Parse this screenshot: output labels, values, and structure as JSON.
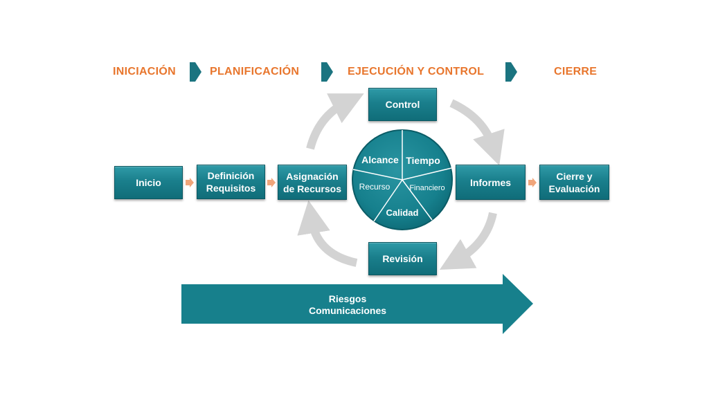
{
  "phases": [
    {
      "label": "INICIACIÓN"
    },
    {
      "label": "PLANIFICACIÓN"
    },
    {
      "label": "EJECUCIÓN Y CONTROL"
    },
    {
      "label": "CIERRE"
    }
  ],
  "boxes": {
    "inicio": "Inicio",
    "definicion": "Definición\nRequisitos",
    "asignacion": "Asignación\nde Recursos",
    "control": "Control",
    "revision": "Revisión",
    "informes": "Informes",
    "cierre": "Cierre y\nEvaluación"
  },
  "wheel": {
    "alcance": "Alcance",
    "tiempo": "Tiempo",
    "recurso": "Recurso",
    "financiero": "Financiero",
    "calidad": "Calidad"
  },
  "band": {
    "line1": "Riesgos",
    "line2": "Comunicaciones"
  },
  "colors": {
    "phase": "#e8762d",
    "box": "#1a7f8c",
    "cycle_arrow": "#d3d3d3",
    "band": "#17808c"
  }
}
